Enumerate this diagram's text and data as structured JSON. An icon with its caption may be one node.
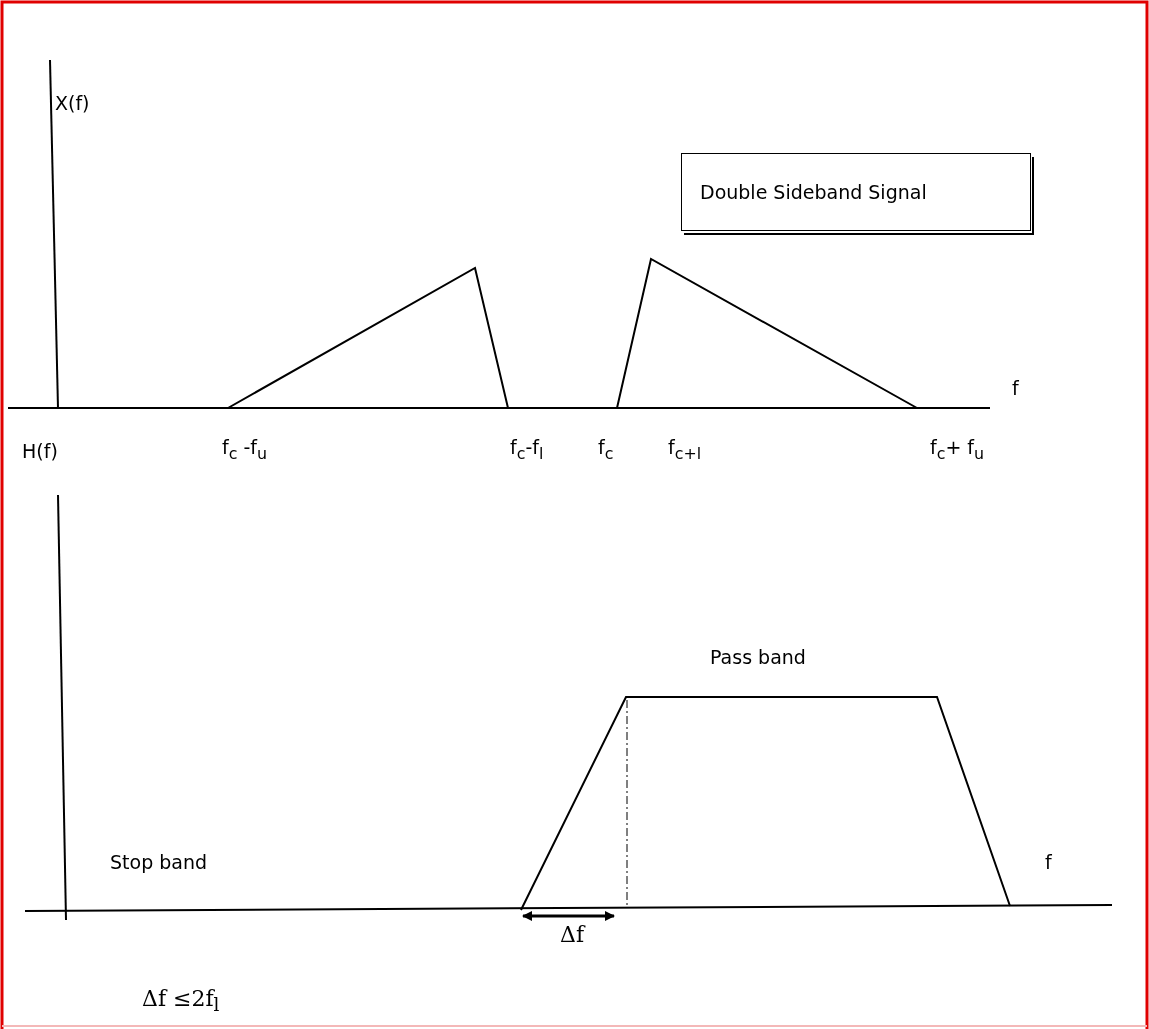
{
  "diagram": {
    "nodes": [
      {
        "text": [
          "Double Sideband Signal"
        ]
      }
    ],
    "edges": [],
    "labels": [
      "X(f)",
      "f",
      "H(f)",
      "f$_{c}$ -f$_{u}$",
      "f$_{c}$-f$_{l}$",
      "f$_{c}$",
      "f$_{c+l}$",
      "f$_{c}$+ f$_{u}$",
      "Pass band",
      "Stop band",
      "f",
      "Δf",
      "Δf ≤2f$_{l}$"
    ]
  }
}
